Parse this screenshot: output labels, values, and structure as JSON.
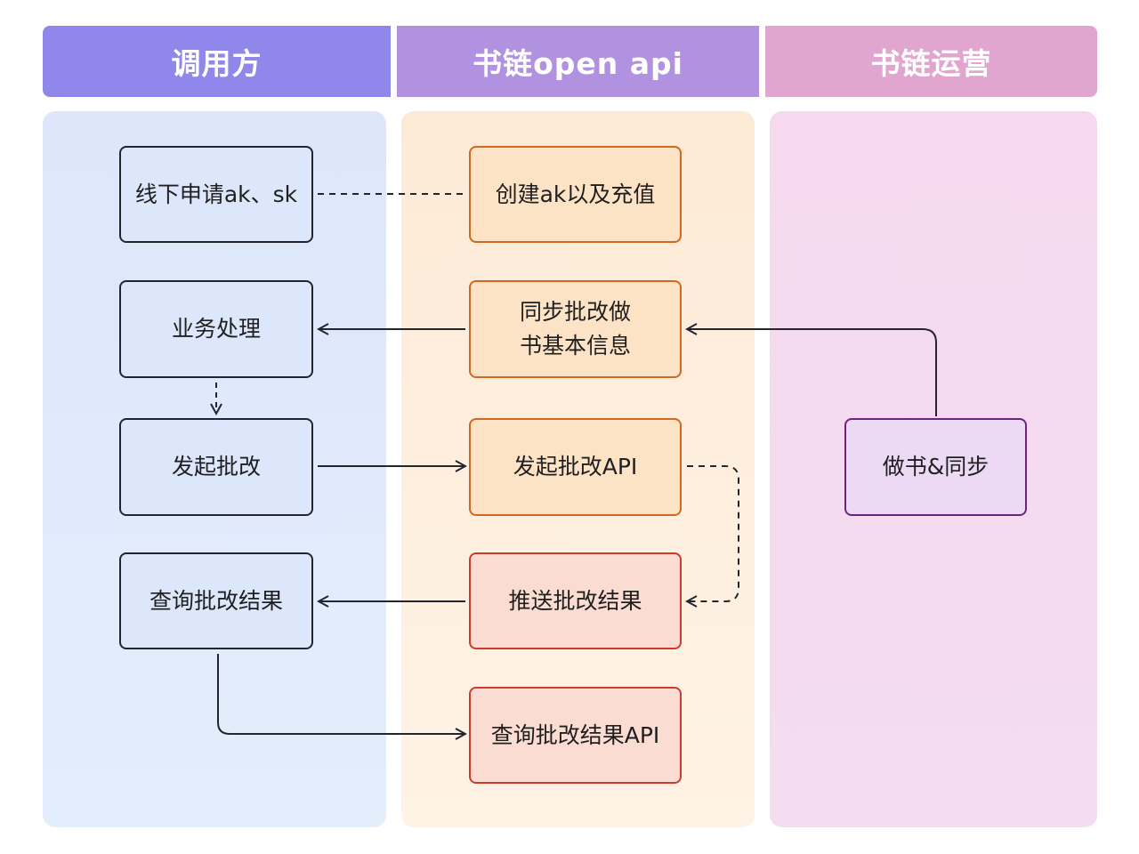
{
  "lanes": {
    "caller": "调用方",
    "open_api": "书链open api",
    "ops": "书链运营"
  },
  "nodes": {
    "offline_apply": "线下申请ak、sk",
    "create_ak": "创建ak以及充值",
    "business": "业务处理",
    "sync_info": "同步批改做\n书基本信息",
    "start_correct": "发起批改",
    "start_correct_api": "发起批改API",
    "make_book_sync": "做书&同步",
    "query_result": "查询批改结果",
    "push_result": "推送批改结果",
    "query_result_api": "查询批改结果API"
  },
  "colors": {
    "arrow": "#22252e"
  }
}
